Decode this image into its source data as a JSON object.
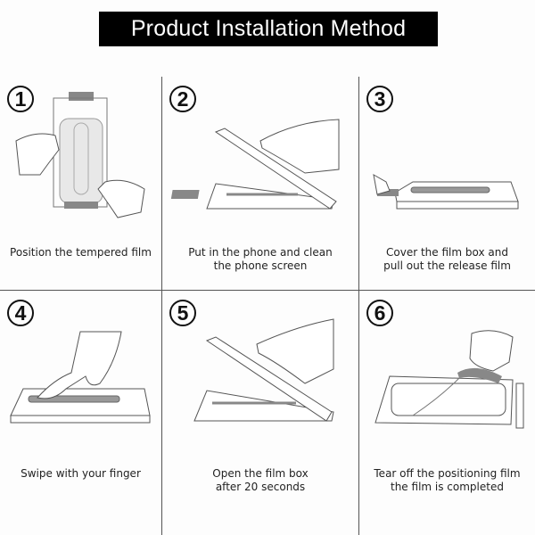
{
  "header": {
    "title": "Product Installation Method"
  },
  "steps": [
    {
      "number": "1",
      "line1": "Position the tempered film",
      "line2": ""
    },
    {
      "number": "2",
      "line1": "Put in the phone and clean",
      "line2": "the phone screen"
    },
    {
      "number": "3",
      "line1": "Cover the film box and",
      "line2": "pull out the release film"
    },
    {
      "number": "4",
      "line1": "Swipe with your finger",
      "line2": ""
    },
    {
      "number": "5",
      "line1": "Open the film box",
      "line2": "after 20 seconds"
    },
    {
      "number": "6",
      "line1": "Tear off the positioning film",
      "line2": "the film is completed"
    }
  ],
  "colors": {
    "title_bg": "#000000",
    "title_fg": "#ffffff",
    "line": "#555555",
    "fill_gray": "#8a8a8a"
  }
}
